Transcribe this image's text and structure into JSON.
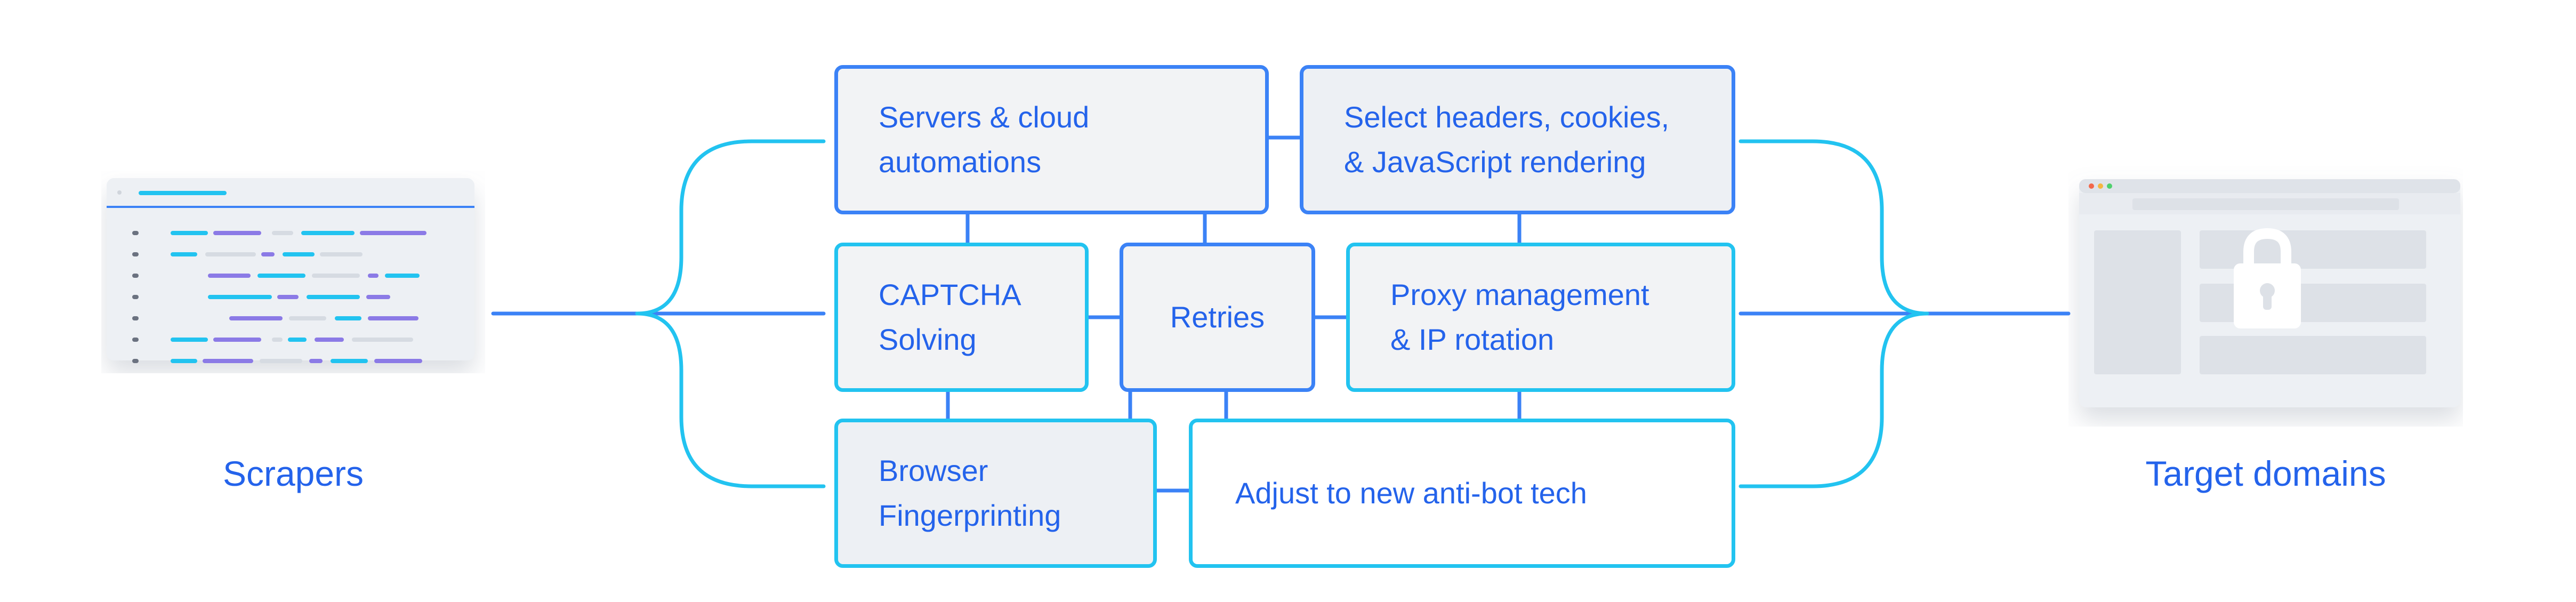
{
  "left_caption": "Scrapers",
  "right_caption": "Target domains",
  "boxes": {
    "servers": "Servers &  cloud\nautomations",
    "headers": "Select headers, cookies,\n& JavaScript rendering",
    "captcha": "CAPTCHA\nSolving",
    "retries": "Retries",
    "proxy": "Proxy management\n& IP rotation",
    "fingerprinting": "Browser\nFingerprinting",
    "antibot": "Adjust to new anti-bot tech"
  },
  "icons": {
    "left": "code-editor-icon",
    "right": "locked-browser-icon"
  },
  "colors": {
    "text": "#2463eb",
    "blue_line": "#3b82f6",
    "cyan_line": "#22c3f0",
    "purple_token": "#8b7ae6",
    "lock": "#ffffff"
  }
}
